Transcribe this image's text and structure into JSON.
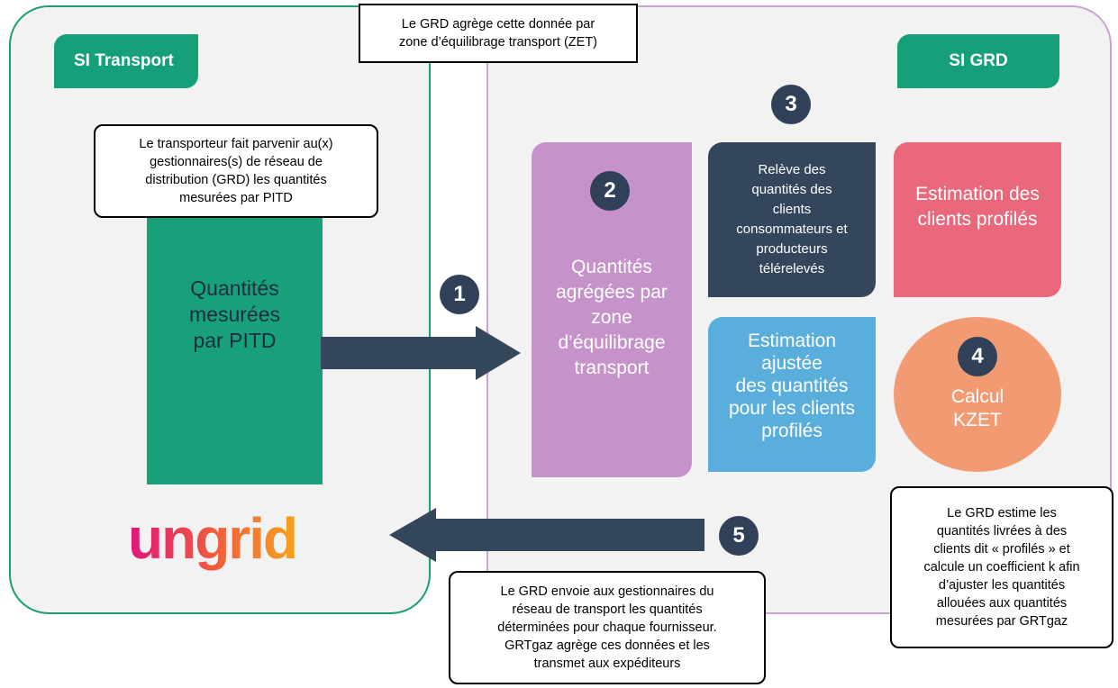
{
  "panels": {
    "transport_tab": "SI Transport",
    "grd_tab": "SI GRD"
  },
  "callouts": {
    "zet": "Le GRD agrège cette donnée par\nzone d’équilibrage transport (ZET)",
    "transporteur": "Le transporteur fait parvenir au(x)\ngestionnaires(s) de réseau de\ndistribution (GRD) les quantités\nmesurées par PITD",
    "envoi": "Le GRD envoie aux gestionnaires du\nréseau de transport les quantités\ndéterminées pour chaque fournisseur.\nGRTgaz agrège ces données et les\ntransmet aux expéditeurs",
    "estime": "Le GRD estime les\nquantités livrées à des\nclients dit « profilés » et\ncalcule un coefficient k afin\nd’ajuster les quantités\nallouées aux quantités\nmesurées par GRTgaz"
  },
  "boxes": {
    "measured": "Quantités\nmesurées\npar PITD",
    "agregees": "Quantités\nagrégées par\nzone\nd’équilibrage\ntransport",
    "releve": "Relève des\nquantités des\nclients\nconsommateurs et\nproducteurs\ntélérelevés",
    "estimation_profiles": "Estimation des\nclients profilés",
    "ajustee": "Estimation\najustée\ndes quantités\npour les clients\nprofilés",
    "calcul": "Calcul\nKZET"
  },
  "steps": {
    "s1": "1",
    "s2": "2",
    "s3": "3",
    "s4": "4",
    "s5": "5"
  },
  "logo": {
    "text": "ungrid",
    "colors": [
      "#e2157a",
      "#f0613a",
      "#f6a21e"
    ]
  },
  "colors": {
    "transport_green": "#17a07a",
    "navy": "#2f4058",
    "purple": "#c593c9",
    "pink": "#e9687b",
    "blue": "#5aaedb",
    "orange": "#f29b73",
    "grd_border": "#c8a3d4"
  }
}
